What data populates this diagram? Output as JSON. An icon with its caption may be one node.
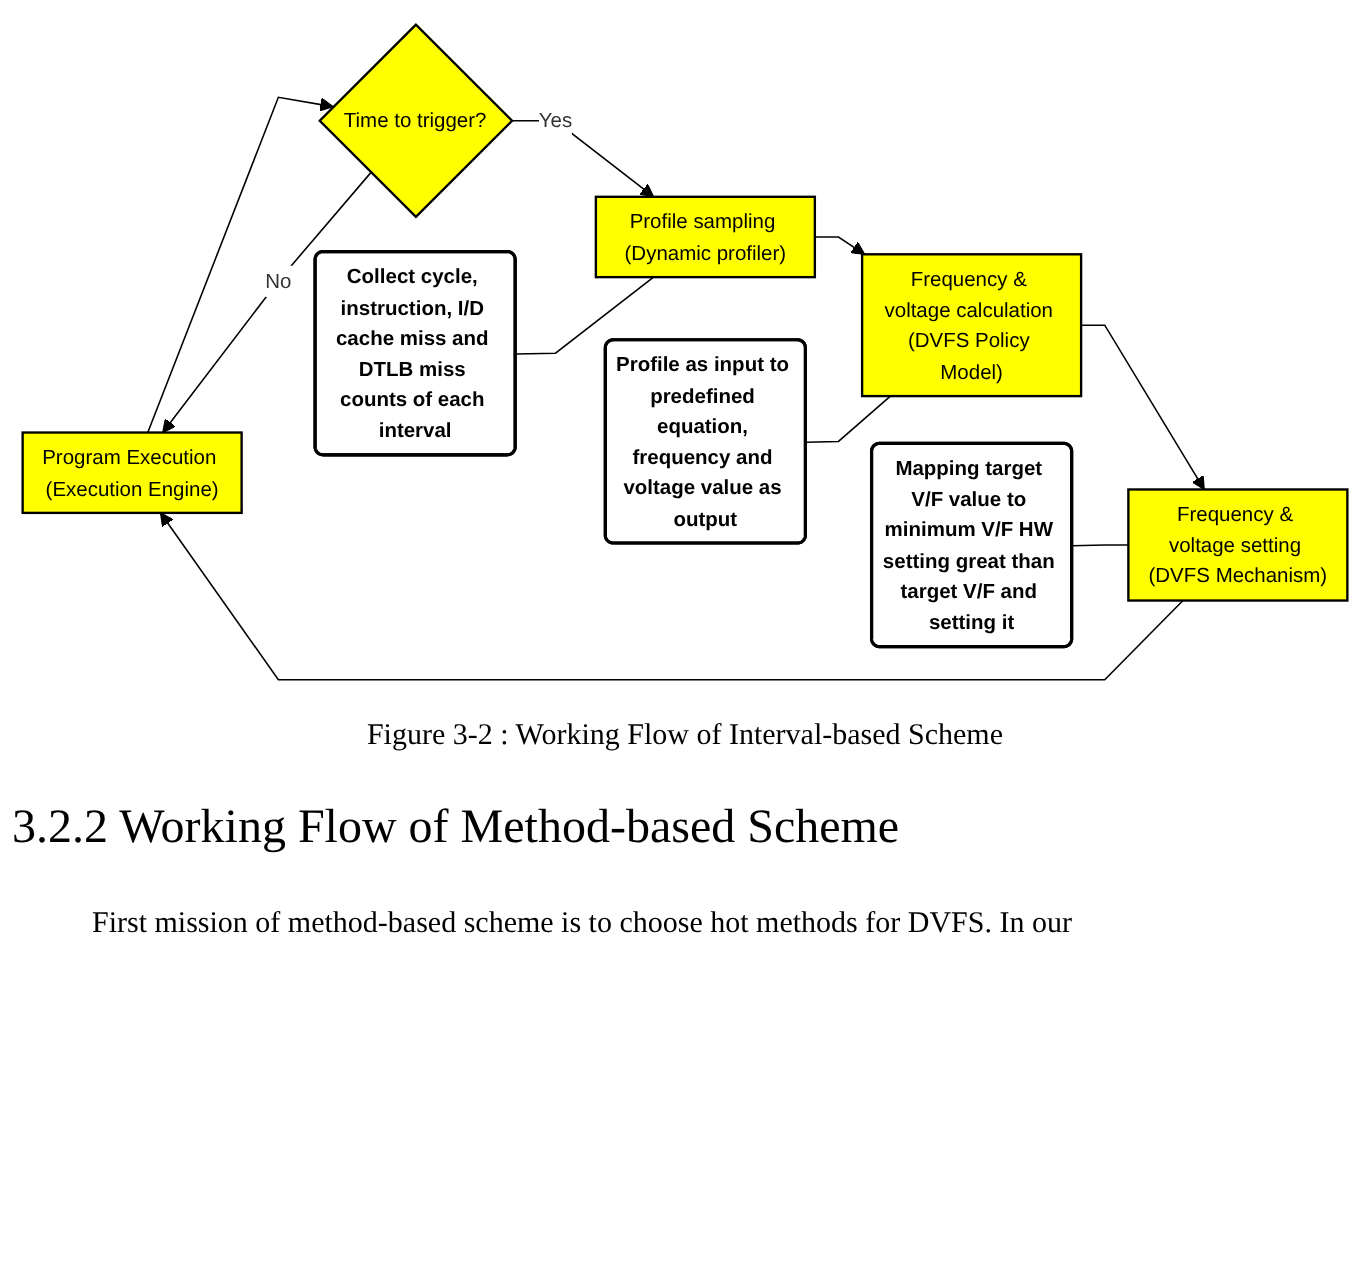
{
  "diagram": {
    "caption": "Figure 3-2 : Working Flow of Interval-based Scheme",
    "nodes": [
      {
        "text": [
          "Collect cycle, instruction, I/D cache miss and DTLB miss counts of each interval"
        ]
      },
      {
        "text": [
          "Program Execution (Execution Engine)"
        ]
      },
      {
        "text": [
          "Time to trigger?"
        ]
      },
      {
        "text": [
          "Profile sampling (Dynamic profiler)"
        ]
      },
      {
        "text": [
          "Profile as input to predefined equation, frequency and voltage value as output"
        ]
      },
      {
        "text": [
          "Frequency & voltage calculation (DVFS Policy Model)"
        ]
      },
      {
        "text": [
          "Frequency & voltage setting (DVFS Mechanism)"
        ]
      },
      {
        "text": [
          "Mapping target V/F value to minimum V/F HW setting great than target V/F and setting it"
        ]
      }
    ],
    "edges": [
      {
        "from": 1,
        "to": 2,
        "arrow": "to"
      },
      {
        "from": 2,
        "to": 3,
        "arrow": "to",
        "label": "Yes"
      },
      {
        "from": 3,
        "to": 5,
        "arrow": "to"
      },
      {
        "from": 5,
        "to": 6,
        "arrow": "to"
      },
      {
        "from": 6,
        "to": 1,
        "arrow": "to"
      },
      {
        "from": 2,
        "to": 1,
        "arrow": "to",
        "label": "No"
      },
      {
        "from": 0,
        "to": 3,
        "arrow": "none"
      },
      {
        "from": 4,
        "to": 5,
        "arrow": "none"
      },
      {
        "from": 7,
        "to": 6,
        "arrow": "none"
      }
    ],
    "labels": [
      "3.2.2 Working Flow of Method-based Scheme",
      "First mission of method-based scheme is to choose hot methods for DVFS. In our"
    ]
  }
}
